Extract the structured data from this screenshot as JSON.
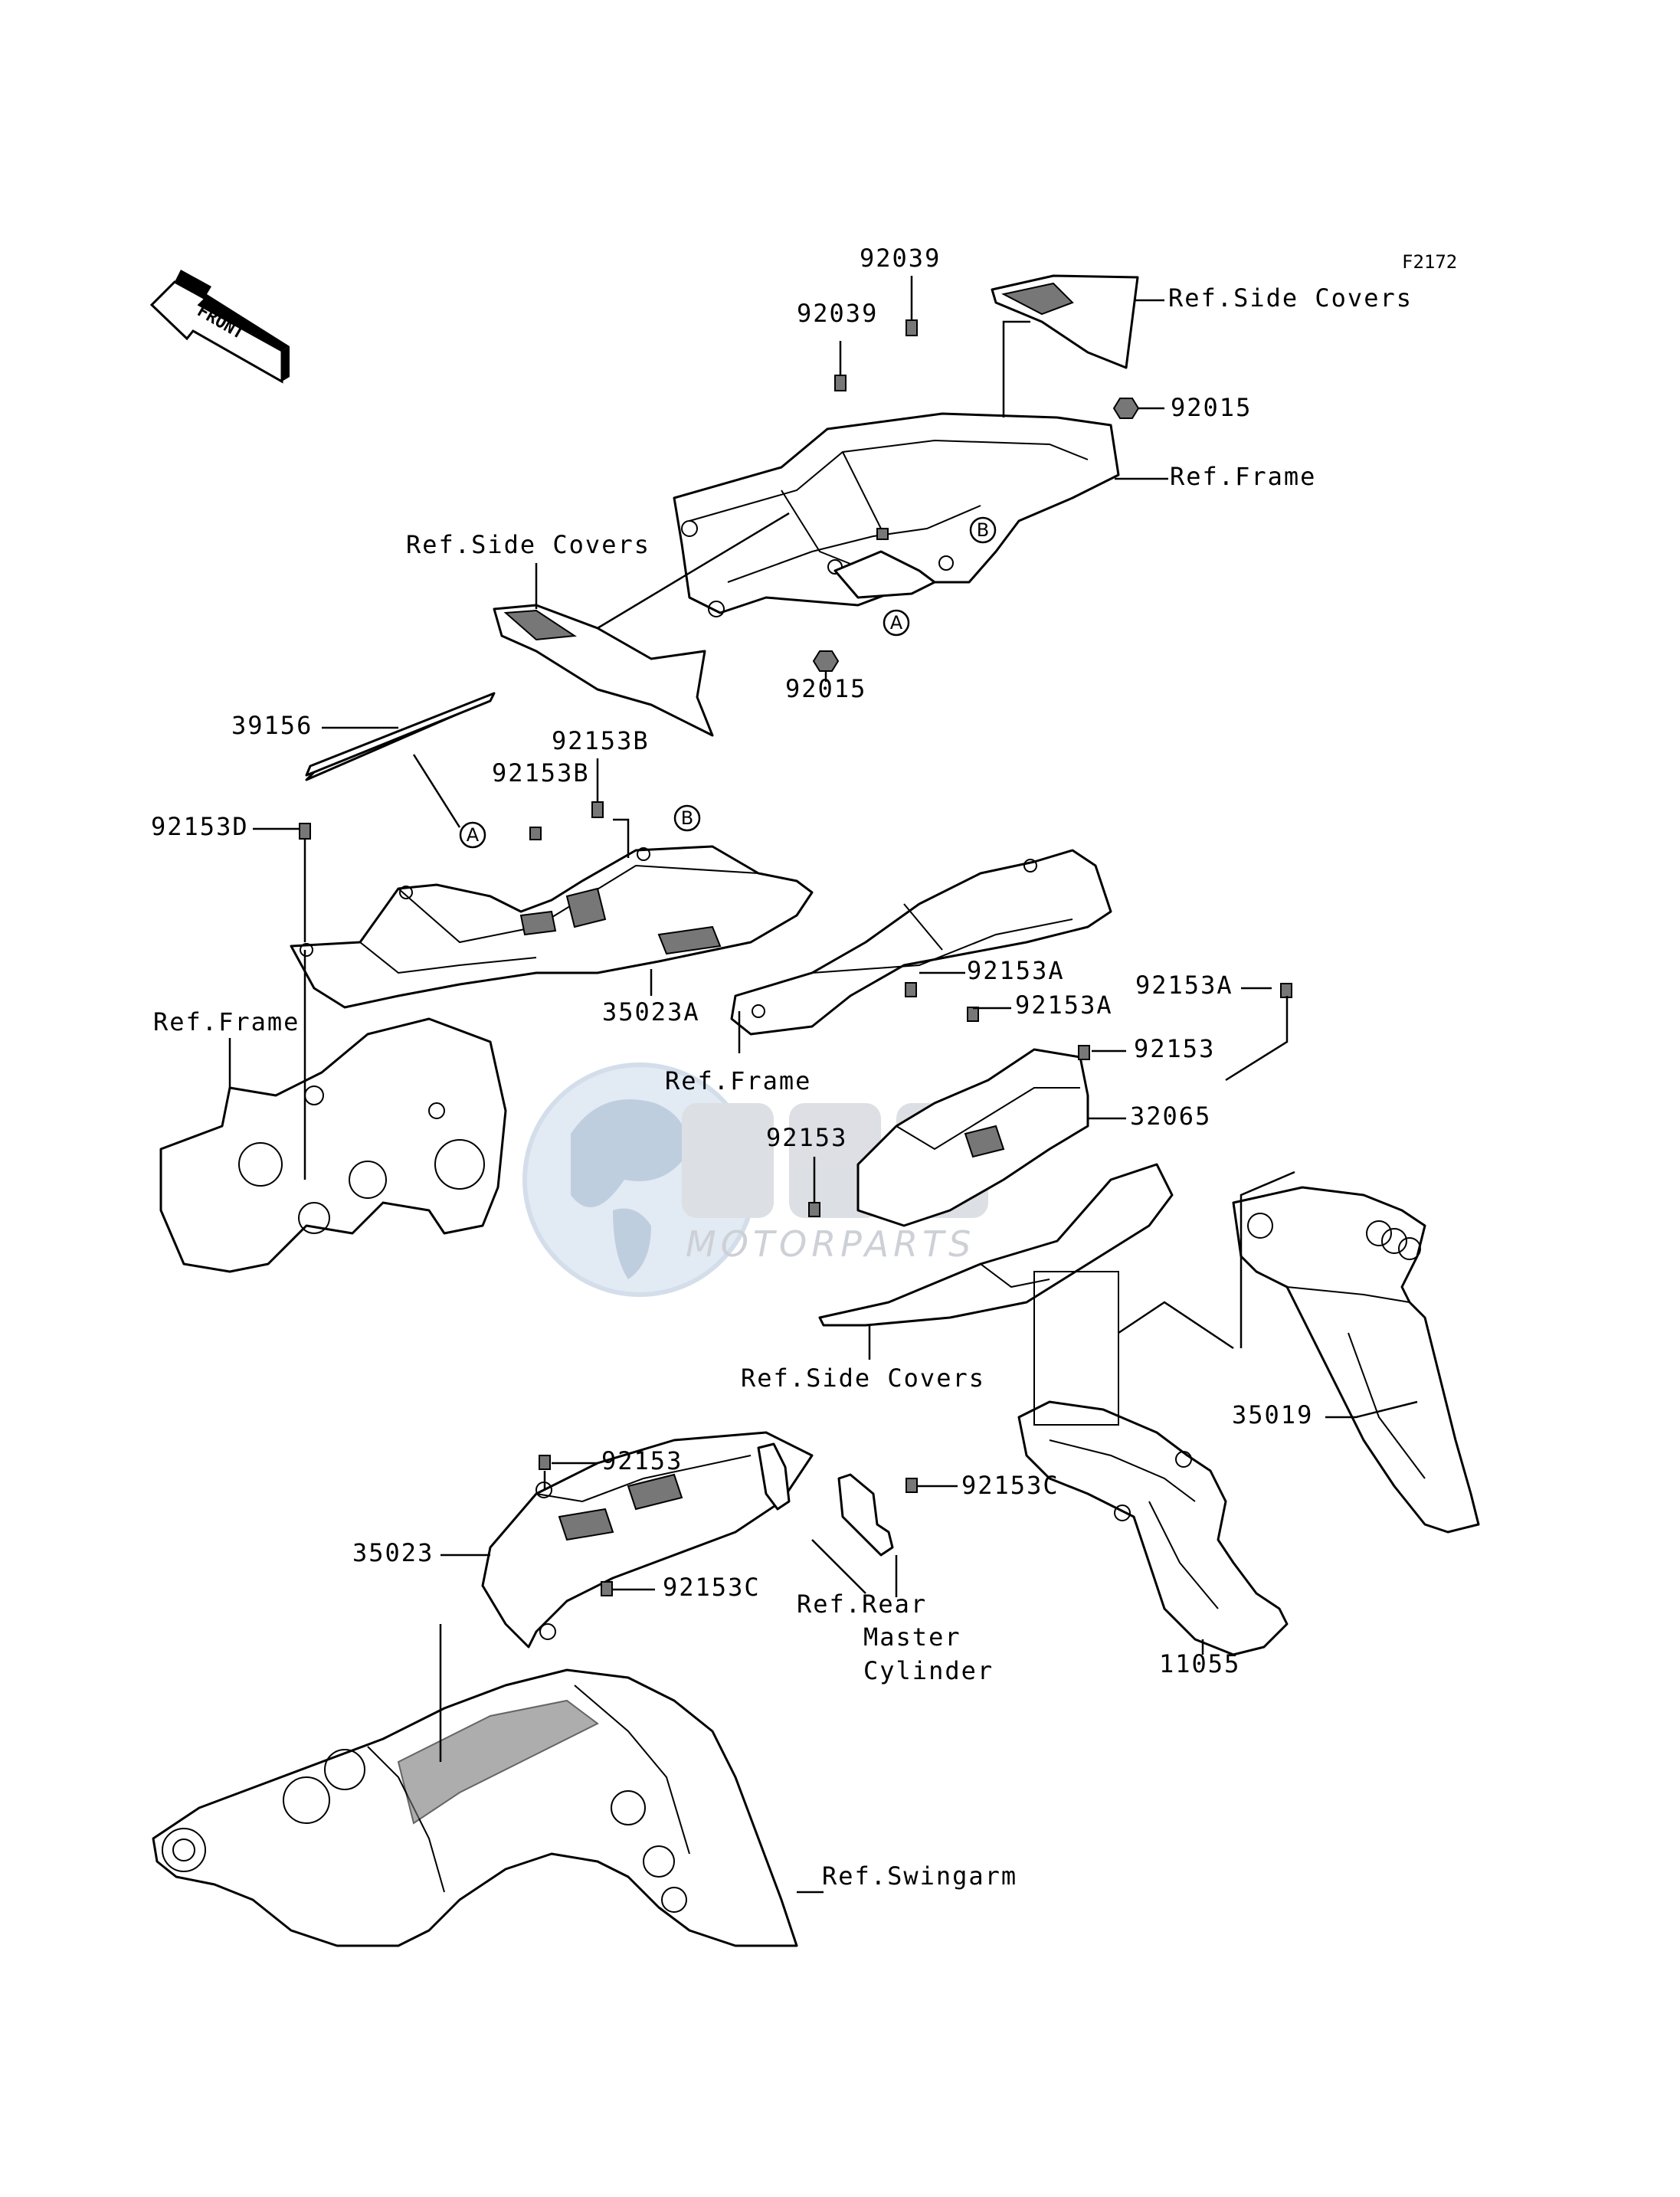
{
  "figure_code": "F2172",
  "front_label": "FRONT",
  "watermark": {
    "brand": "MOTORPARTS"
  },
  "callouts": {
    "a": "A",
    "b": "B"
  },
  "parts": [
    {
      "id": "92039_top",
      "label": "92039"
    },
    {
      "id": "92039_mid",
      "label": "92039"
    },
    {
      "id": "ref_side_covers_top",
      "label": "Ref.Side Covers"
    },
    {
      "id": "92015_right",
      "label": "92015"
    },
    {
      "id": "ref_frame_top",
      "label": "Ref.Frame"
    },
    {
      "id": "ref_side_covers_left",
      "label": "Ref.Side Covers"
    },
    {
      "id": "92015_bottom",
      "label": "92015"
    },
    {
      "id": "39156",
      "label": "39156"
    },
    {
      "id": "92153B_a",
      "label": "92153B"
    },
    {
      "id": "92153B_b",
      "label": "92153B"
    },
    {
      "id": "92153D",
      "label": "92153D"
    },
    {
      "id": "35023A",
      "label": "35023A"
    },
    {
      "id": "ref_frame_left",
      "label": "Ref.Frame"
    },
    {
      "id": "92153A_a",
      "label": "92153A"
    },
    {
      "id": "92153A_b",
      "label": "92153A"
    },
    {
      "id": "92153A_c",
      "label": "92153A"
    },
    {
      "id": "ref_frame_mid",
      "label": "Ref.Frame"
    },
    {
      "id": "92153_right",
      "label": "92153"
    },
    {
      "id": "32065",
      "label": "32065"
    },
    {
      "id": "92153_mid",
      "label": "92153"
    },
    {
      "id": "ref_side_covers_mid",
      "label": "Ref.Side Covers"
    },
    {
      "id": "35019",
      "label": "35019"
    },
    {
      "id": "92153_bottom",
      "label": "92153"
    },
    {
      "id": "92153C_a",
      "label": "92153C"
    },
    {
      "id": "35023",
      "label": "35023"
    },
    {
      "id": "92153C_b",
      "label": "92153C"
    },
    {
      "id": "ref_rear_master_cylinder",
      "lines": [
        "Ref.Rear",
        "Master",
        "Cylinder"
      ]
    },
    {
      "id": "11055",
      "label": "11055"
    },
    {
      "id": "ref_swingarm",
      "label": "Ref.Swingarm"
    }
  ]
}
